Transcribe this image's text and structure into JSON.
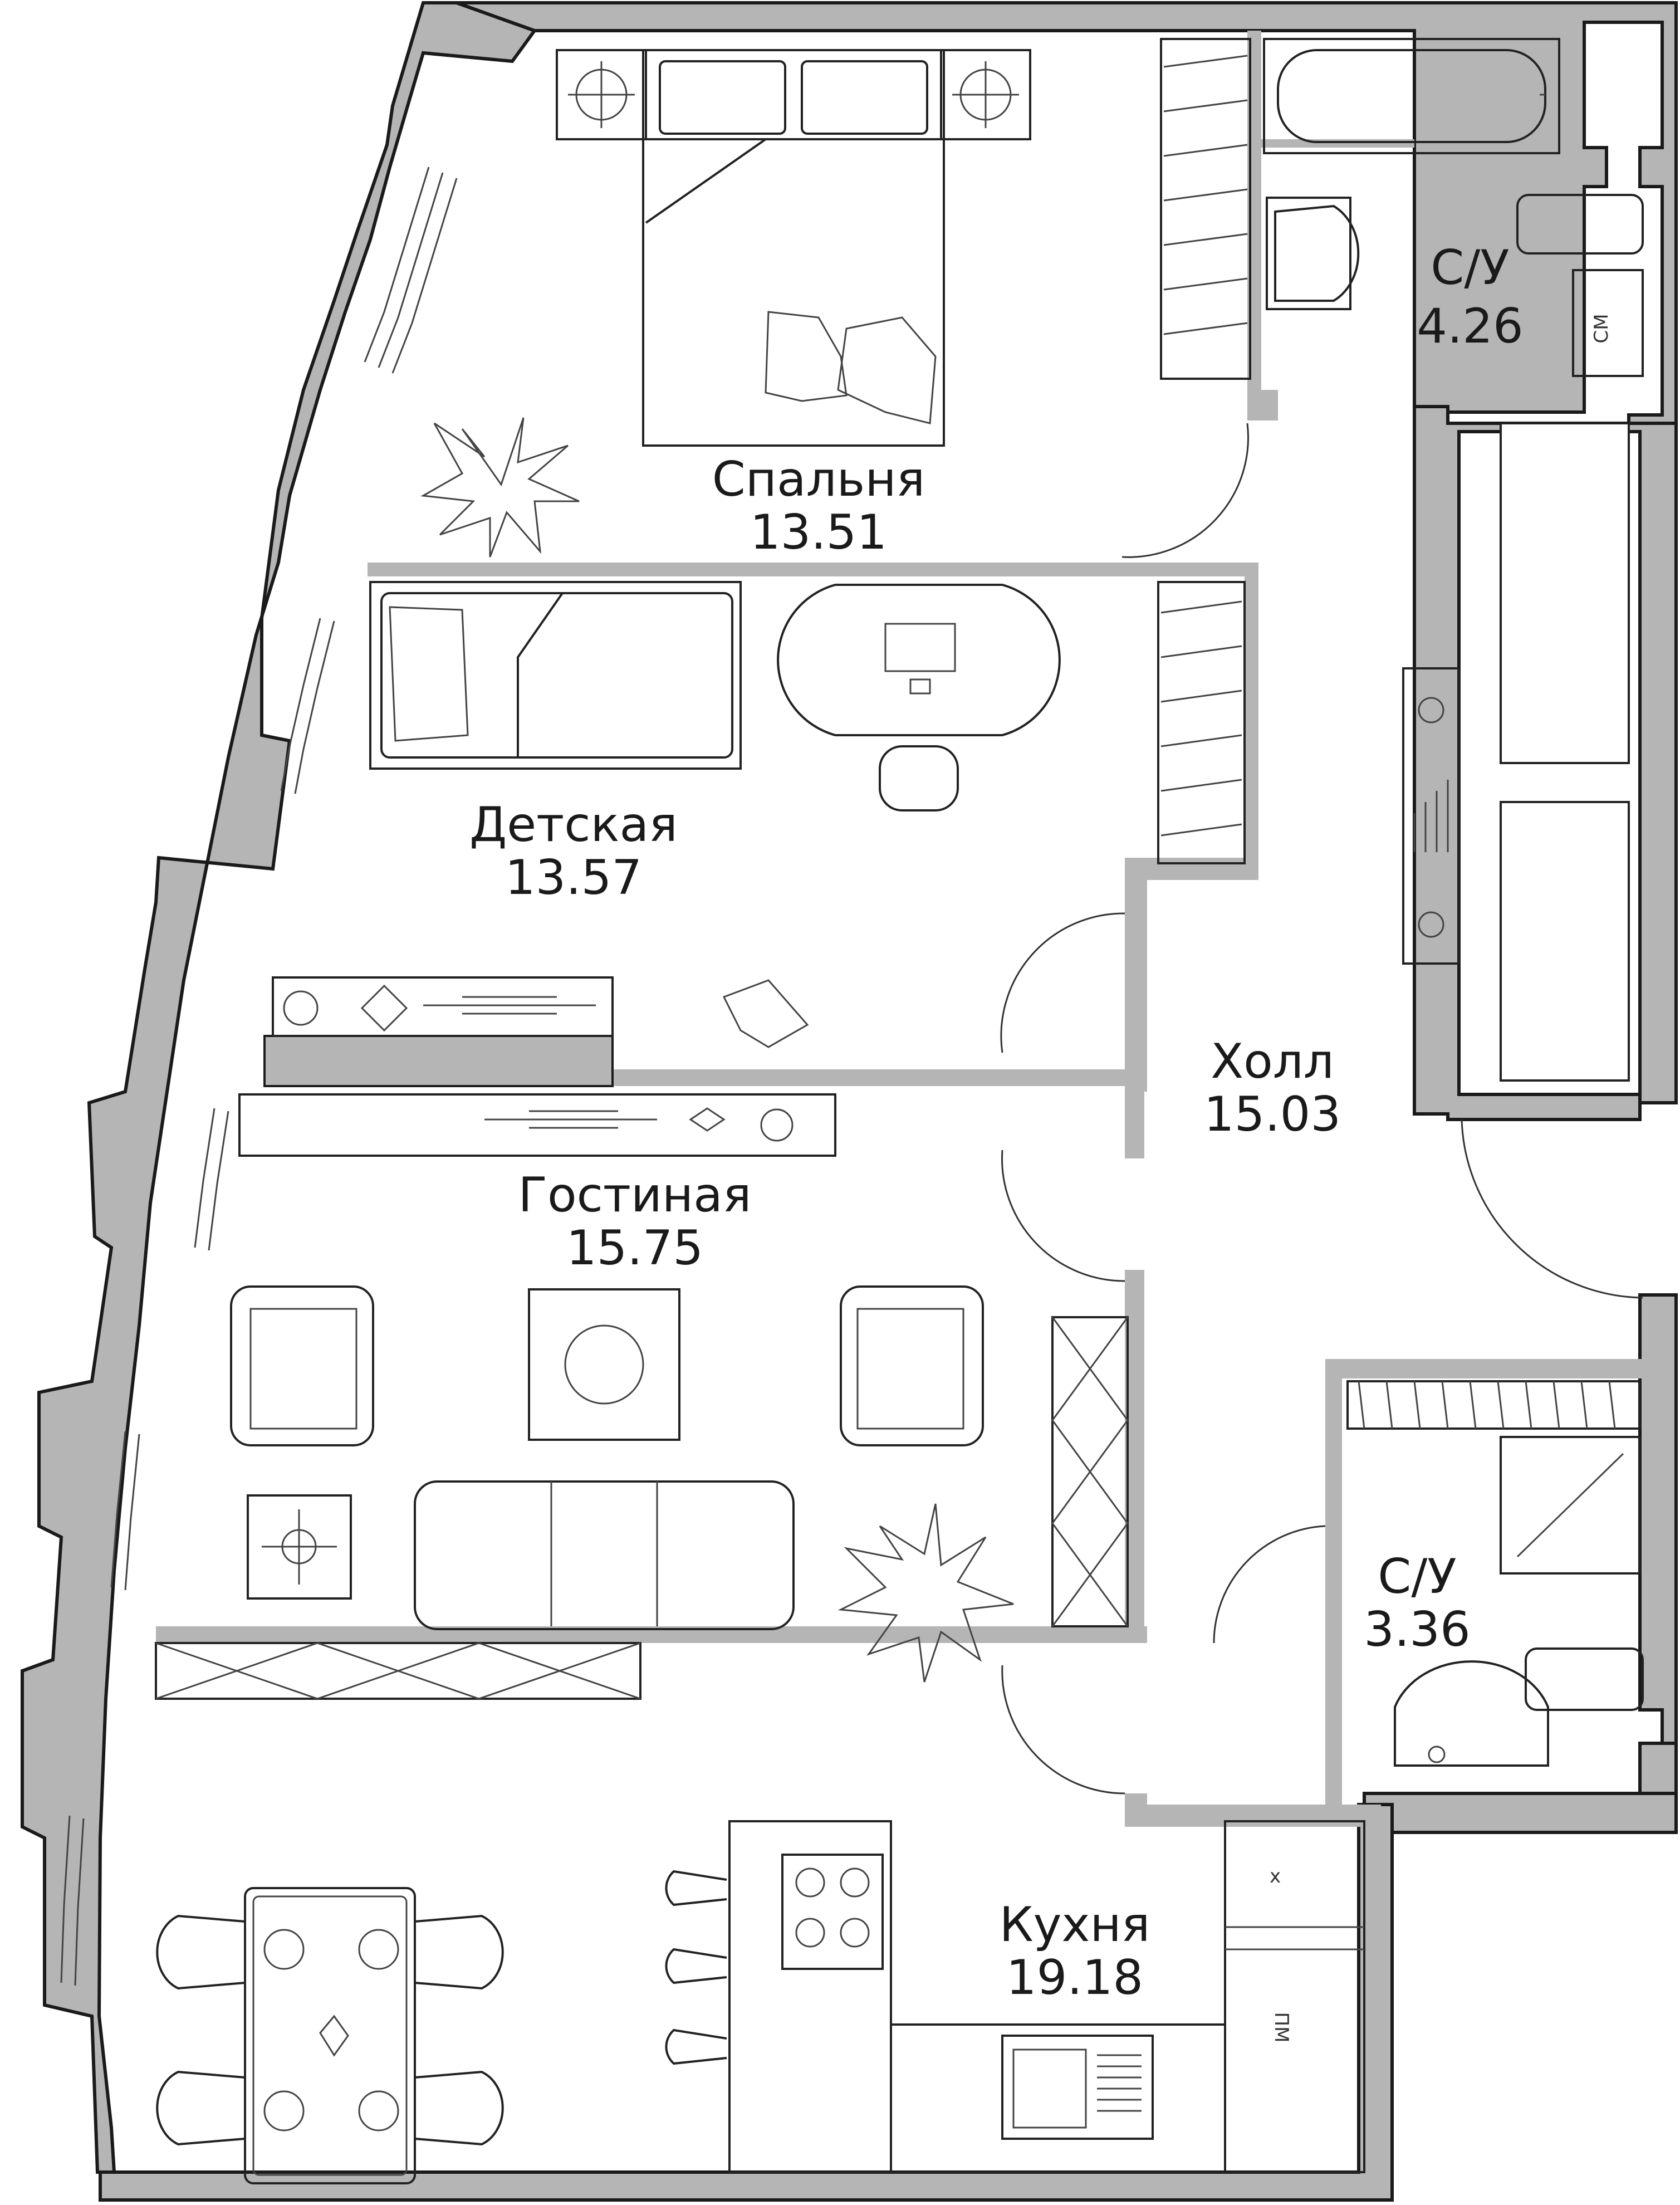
{
  "rooms": [
    {
      "name": "Спальня",
      "area": "13.51"
    },
    {
      "name": "Детская",
      "area": "13.57"
    },
    {
      "name": "Гостиная",
      "area": "15.75"
    },
    {
      "name": "Холл",
      "area": "15.03"
    },
    {
      "name": "С/У",
      "area": "4.26"
    },
    {
      "name": "С/У",
      "area": "3.36"
    },
    {
      "name": "Кухня",
      "area": "19.18"
    }
  ],
  "marks": {
    "washer": "СМ",
    "dishwasher": "ПМ",
    "range_hood": "x"
  },
  "colors": {
    "wall_fill": "#b5b5b5",
    "line": "#1a1a1a",
    "background": "#ffffff"
  }
}
